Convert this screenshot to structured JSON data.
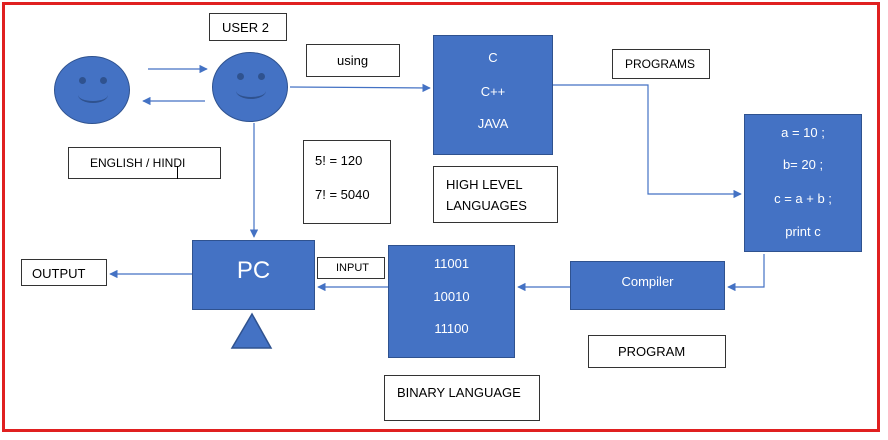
{
  "labels": {
    "user2": "USER 2",
    "using": "using",
    "programs": "PROGRAMS",
    "language": "ENGLISH / HINDI",
    "output": "OUTPUT",
    "input": "INPUT",
    "compiler": "Compiler",
    "program": "PROGRAM",
    "binary_language": "BINARY LANGUAGE",
    "high_level_line1": "HIGH LEVEL",
    "high_level_line2": "LANGUAGES",
    "pc": "PC"
  },
  "languages": [
    "C",
    "C++",
    "JAVA"
  ],
  "factorials": [
    "5! = 120",
    "7! = 5040"
  ],
  "code_lines": [
    "a = 10 ;",
    "b= 20 ;",
    "c = a + b ;",
    "print c"
  ],
  "binary_codes": [
    "11001",
    "10010",
    "11100"
  ],
  "colors": {
    "shape_fill": "#4472c4",
    "shape_border": "#2f528f",
    "arrow": "#4472c4",
    "frame": "#e02020"
  }
}
